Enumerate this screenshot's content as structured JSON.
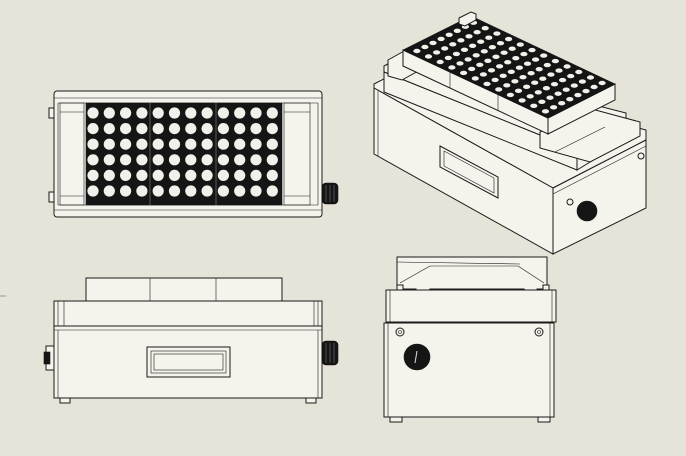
{
  "views": {
    "top": {
      "rows": 6,
      "cols": 12
    },
    "iso": {
      "rows": 8,
      "cols": 12
    }
  },
  "colors": {
    "background": "#e6e4d8",
    "line": "#1a1a1a",
    "body": "#f4f3ec",
    "dark": "#151515"
  }
}
